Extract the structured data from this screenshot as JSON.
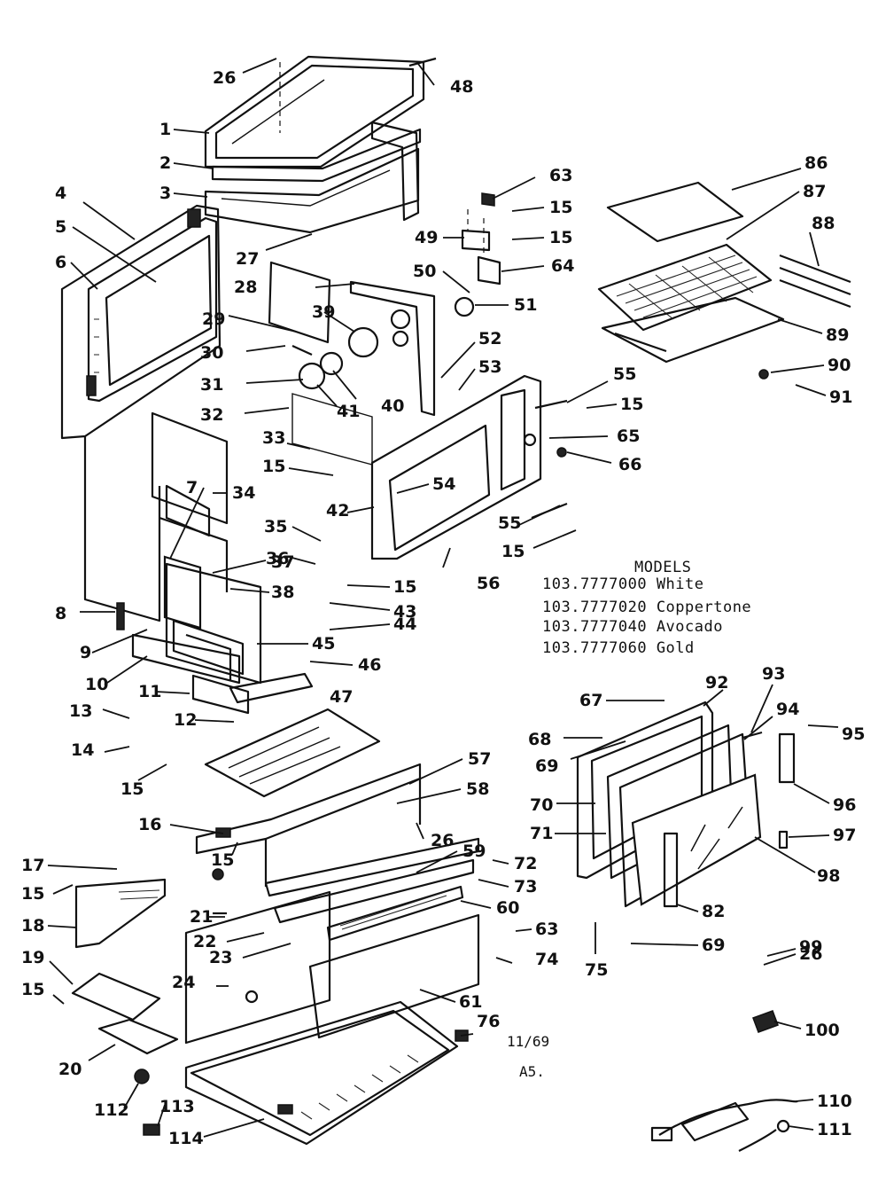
{
  "models": {
    "heading": "MODELS",
    "lines": [
      "103.7777000 White",
      "103.7777020 Coppertone",
      "103.7777040 Avocado",
      "103.7777060 Gold"
    ]
  },
  "notes": {
    "date": "11/69",
    "code": "A5."
  },
  "callouts": [
    "1",
    "2",
    "3",
    "4",
    "5",
    "6",
    "7",
    "8",
    "9",
    "10",
    "11",
    "12",
    "13",
    "14",
    "15",
    "16",
    "17",
    "18",
    "19",
    "20",
    "21",
    "22",
    "23",
    "24",
    "26",
    "27",
    "28",
    "29",
    "30",
    "31",
    "32",
    "33",
    "34",
    "35",
    "36",
    "37",
    "38",
    "39",
    "40",
    "41",
    "42",
    "43",
    "44",
    "45",
    "46",
    "47",
    "48",
    "49",
    "50",
    "51",
    "52",
    "53",
    "54",
    "55",
    "56",
    "57",
    "58",
    "59",
    "60",
    "61",
    "63",
    "64",
    "65",
    "66",
    "67",
    "68",
    "69",
    "70",
    "71",
    "72",
    "73",
    "74",
    "75",
    "76",
    "82",
    "86",
    "87",
    "88",
    "89",
    "90",
    "91",
    "92",
    "93",
    "94",
    "95",
    "96",
    "97",
    "98",
    "99",
    "100",
    "110",
    "111",
    "112",
    "113",
    "114"
  ]
}
